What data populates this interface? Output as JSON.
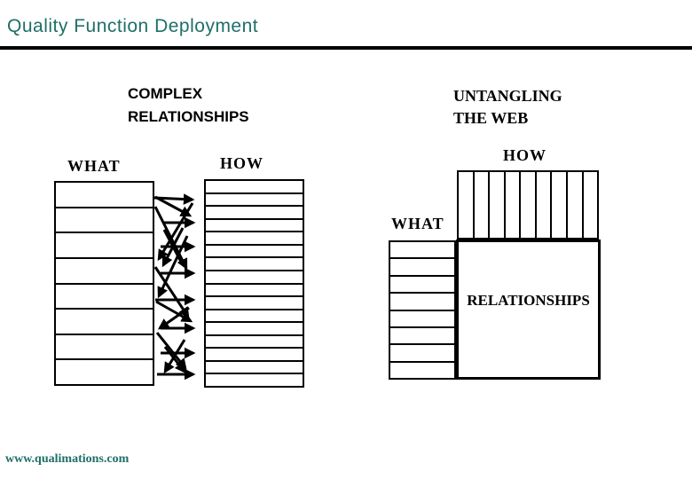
{
  "slide": {
    "title": "Quality Function Deployment",
    "footer_link": "www.qualimations.com",
    "accent_color": "#1F6F68",
    "line_color": "#000000"
  },
  "complex_section": {
    "heading": "COMPLEX\nRELATIONSHIPS",
    "what_label": "WHAT",
    "how_label": "HOW",
    "what_row_count": 8,
    "how_row_count": 16
  },
  "untangling_section": {
    "heading": "UNTANGLING\nTHE WEB",
    "how_label": "HOW",
    "what_label": "WHAT",
    "matrix_label": "RELATIONSHIPS",
    "how_column_count": 9,
    "what_row_count": 8
  }
}
